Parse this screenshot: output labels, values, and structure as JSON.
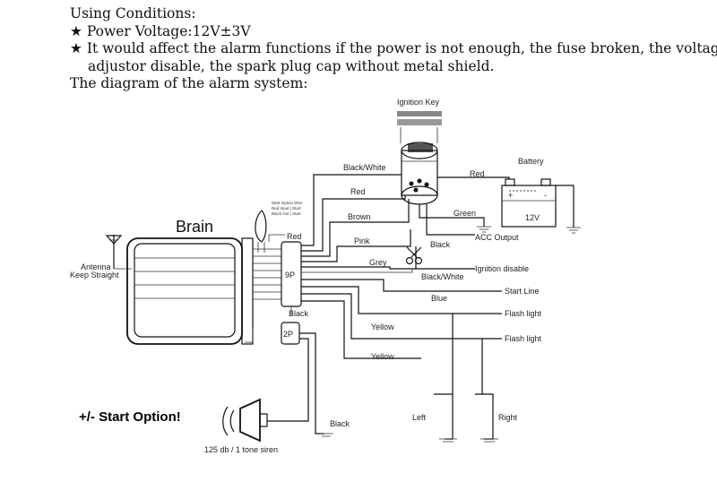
{
  "heading": {
    "section_title": "Using Conditions:",
    "bullet_glyph": "★",
    "power_voltage": "Power Voltage:12V±3V",
    "warning_line1": "It would affect the alarm functions if the power is not enough, the fuse broken, the voltage",
    "warning_line2": "adjustor disable, the spark plug cap without metal shield.",
    "diagram_title": "The diagram of the alarm system:"
  },
  "diagram": {
    "ignition_key": "Ignition Key",
    "battery": "Battery",
    "battery_voltage": "12V",
    "brain": "Brain",
    "antenna_line1": "Antenna",
    "antenna_line2": "Keep Straight",
    "connector_9p": "9P",
    "connector_2p": "2P",
    "start_option_note": [
      "Start Option Wire",
      "Red Input | Start",
      "Black Out | Start"
    ],
    "wires": {
      "black_white_top": "Black/White",
      "red_top": "Red",
      "red_right": "Red",
      "brown": "Brown",
      "green": "Green",
      "pink": "Pink",
      "black_mid": "Black",
      "grey": "Grey",
      "black_white_mid": "Black/White",
      "blue": "Blue",
      "red_connector": "Red",
      "black_connector": "Black",
      "yellow_1": "Yellow",
      "yellow_2": "Yellow",
      "black_bottom": "Black"
    },
    "outputs": {
      "acc_output": "ACC Output",
      "ignition_disable": "Ignition disable",
      "start_line": "Start Line",
      "flash_light_1": "Flash light",
      "flash_light_2": "Flash light",
      "left": "Left",
      "right": "Right"
    },
    "start_option": "+/- Start Option!",
    "siren": "125 db / 1 tone siren"
  }
}
